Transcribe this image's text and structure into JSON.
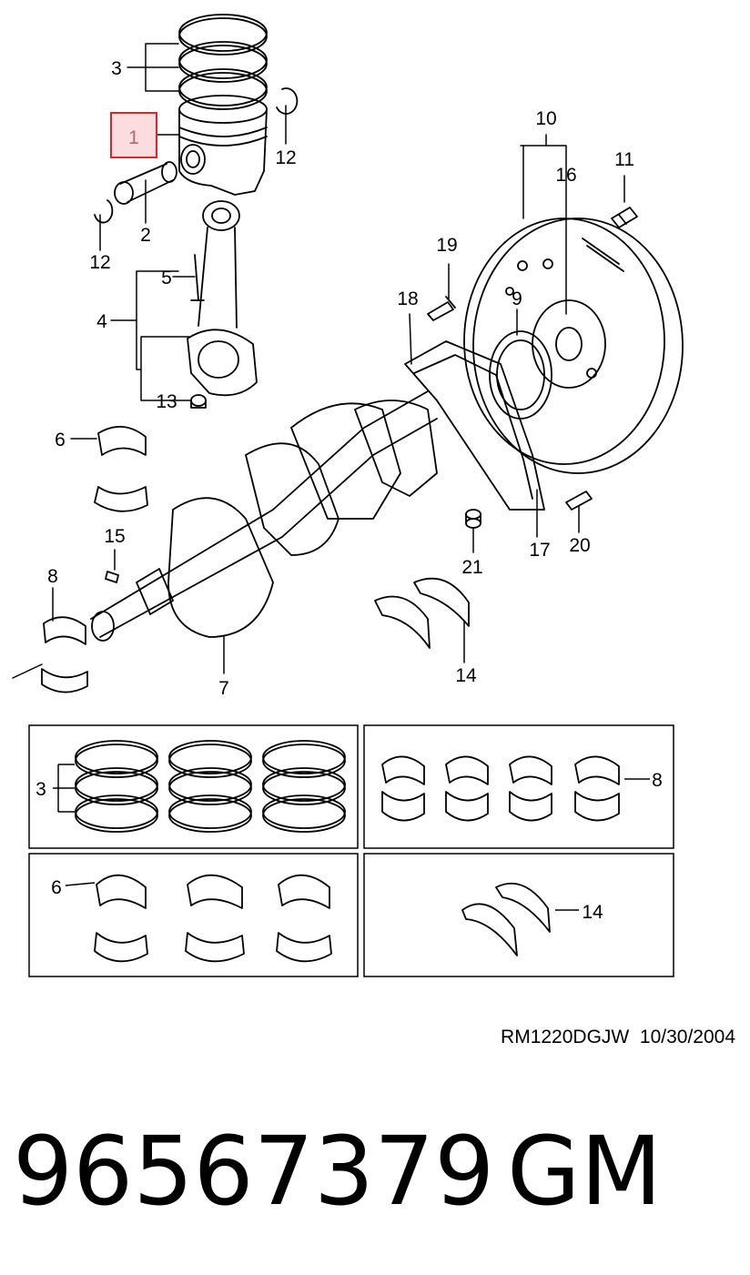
{
  "callouts": {
    "c1": "1",
    "c2": "2",
    "c3": "3",
    "c4": "4",
    "c5": "5",
    "c6": "6",
    "c7": "7",
    "c8": "8",
    "c9": "9",
    "c10": "10",
    "c11": "11",
    "c12": "12",
    "c13": "13",
    "c14": "14",
    "c15": "15",
    "c16": "16",
    "c17": "17",
    "c18": "18",
    "c19": "19",
    "c20": "20",
    "c21": "21"
  },
  "highlight_color": "#e8202a",
  "highlight_fill": "#fbdde0",
  "footer": {
    "drawing_code": "RM1220DGJW  10/30/2004",
    "part_number": "96567379",
    "brand": "GM"
  }
}
